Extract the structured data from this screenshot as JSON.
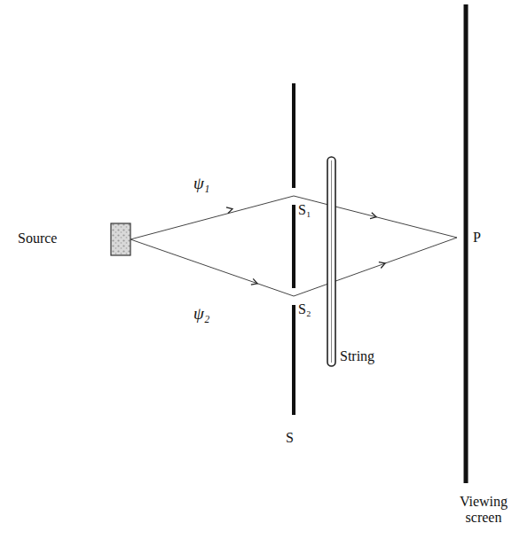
{
  "diagram": {
    "labels": [
      "Source",
      "ψ₁",
      "ψ₂",
      "S₁",
      "S₂",
      "String",
      "S",
      "P",
      "Viewing screen"
    ]
  }
}
